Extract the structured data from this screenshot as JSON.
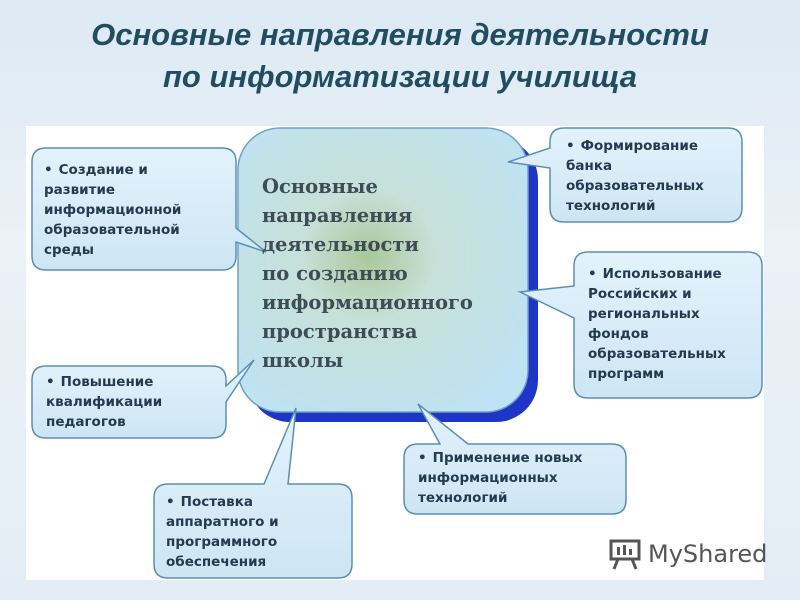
{
  "title": {
    "line1": "Основные направления деятельности",
    "line2": "по информатизации училища"
  },
  "center": {
    "lines": [
      "Основные",
      "направления",
      "деятельности",
      "по созданию",
      "информационного",
      "пространства",
      "школы"
    ]
  },
  "bubbles": {
    "env": {
      "lines": [
        "Создание и",
        "развитие",
        "информационной",
        "образовательной",
        "среды"
      ]
    },
    "bank": {
      "lines": [
        "Формирование",
        "банка",
        "образовательных",
        "технологий"
      ]
    },
    "funds": {
      "lines": [
        "Использование",
        "Российских и",
        "региональных",
        "фондов",
        "образовательных",
        "программ"
      ]
    },
    "qual": {
      "lines": [
        "Повышение",
        "квалификации",
        "педагогов"
      ]
    },
    "apply": {
      "lines": [
        "Применение новых",
        "информационных",
        "технологий"
      ]
    },
    "supply": {
      "lines": [
        "Поставка",
        "аппаратного и",
        "программного",
        "обеспечения"
      ]
    }
  },
  "bullet_symbol": "•",
  "logo": {
    "text": "MyShared",
    "icon": "presentation-board-icon"
  },
  "colors": {
    "title": "#1f4e60",
    "bubble_fill": "#d6ebf7",
    "bubble_stroke": "#5a8fb4",
    "center_shadow": "#1d36c8"
  }
}
